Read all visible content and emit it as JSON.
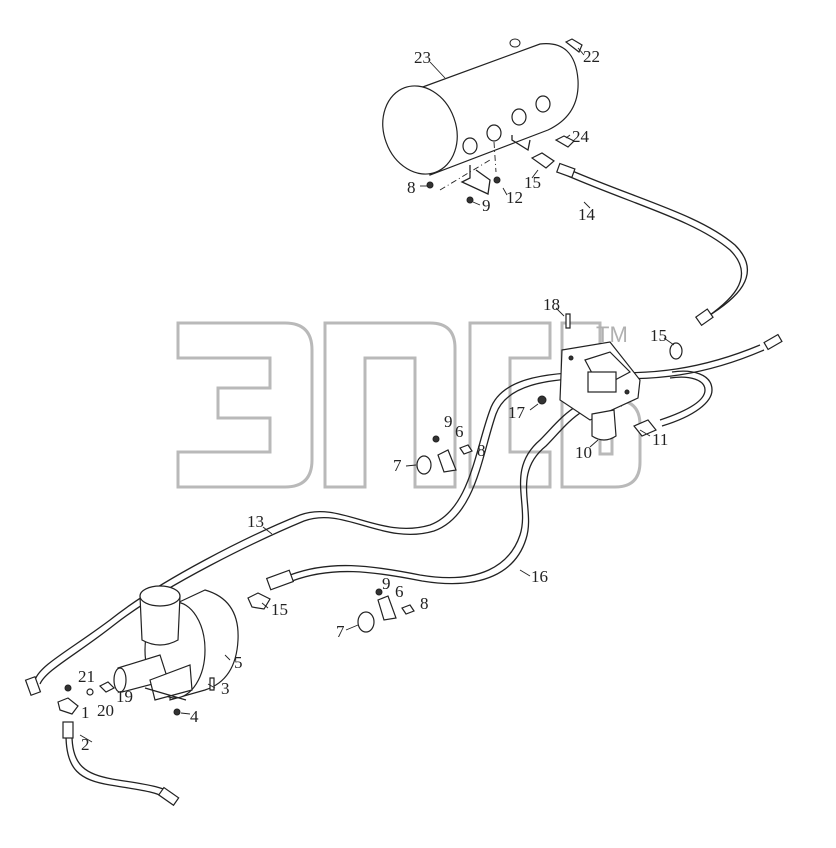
{
  "watermark": {
    "tm": "TM"
  },
  "callouts": [
    {
      "key": "p23",
      "text": "23"
    },
    {
      "key": "p22",
      "text": "22"
    },
    {
      "key": "p24",
      "text": "24"
    },
    {
      "key": "p8a",
      "text": "8"
    },
    {
      "key": "p9a",
      "text": "9"
    },
    {
      "key": "p12",
      "text": "12"
    },
    {
      "key": "p15a",
      "text": "15"
    },
    {
      "key": "p14",
      "text": "14"
    },
    {
      "key": "p18",
      "text": "18"
    },
    {
      "key": "p15b",
      "text": "15"
    },
    {
      "key": "p17",
      "text": "17"
    },
    {
      "key": "p11",
      "text": "11"
    },
    {
      "key": "p10",
      "text": "10"
    },
    {
      "key": "p9b",
      "text": "9"
    },
    {
      "key": "p6a",
      "text": "6"
    },
    {
      "key": "p8b",
      "text": "8"
    },
    {
      "key": "p7a",
      "text": "7"
    },
    {
      "key": "p13",
      "text": "13"
    },
    {
      "key": "p16",
      "text": "16"
    },
    {
      "key": "p15c",
      "text": "15"
    },
    {
      "key": "p9c",
      "text": "9"
    },
    {
      "key": "p6b",
      "text": "6"
    },
    {
      "key": "p8c",
      "text": "8"
    },
    {
      "key": "p7b",
      "text": "7"
    },
    {
      "key": "p5",
      "text": "5"
    },
    {
      "key": "p3",
      "text": "3"
    },
    {
      "key": "p4",
      "text": "4"
    },
    {
      "key": "p21",
      "text": "21"
    },
    {
      "key": "p19",
      "text": "19"
    },
    {
      "key": "p20",
      "text": "20"
    },
    {
      "key": "p1",
      "text": "1"
    },
    {
      "key": "p2",
      "text": "2"
    }
  ]
}
